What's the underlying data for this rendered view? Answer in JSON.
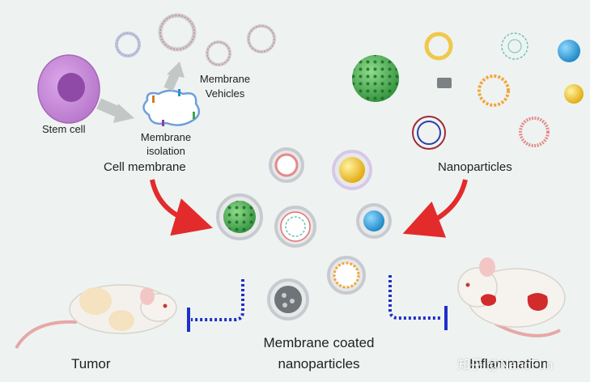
{
  "labels": {
    "stem_cell": "Stem cell",
    "membrane_vehicles_line1": "Membrane",
    "membrane_vehicles_line2": "Vehicles",
    "membrane_isolation_line1": "Membrane",
    "membrane_isolation_line2": "isolation",
    "cell_membrane": "Cell membrane",
    "nanoparticles": "Nanoparticles",
    "membrane_coated_line1": "Membrane coated",
    "membrane_coated_line2": "nanoparticles",
    "tumor": "Tumor",
    "inflammation": "Inflammation",
    "watermark": "知乎 @NanoFun"
  },
  "colors": {
    "background": "#eef3f1",
    "arrow_red": "#e32b2b",
    "inhibit_blue": "#1f2fc9",
    "stem_cell": "#c68ad6",
    "nucleus": "#8f4aa8",
    "green_core": "#4caf50",
    "blue_core": "#2a9fd6",
    "gold_core": "#f2c21a"
  }
}
